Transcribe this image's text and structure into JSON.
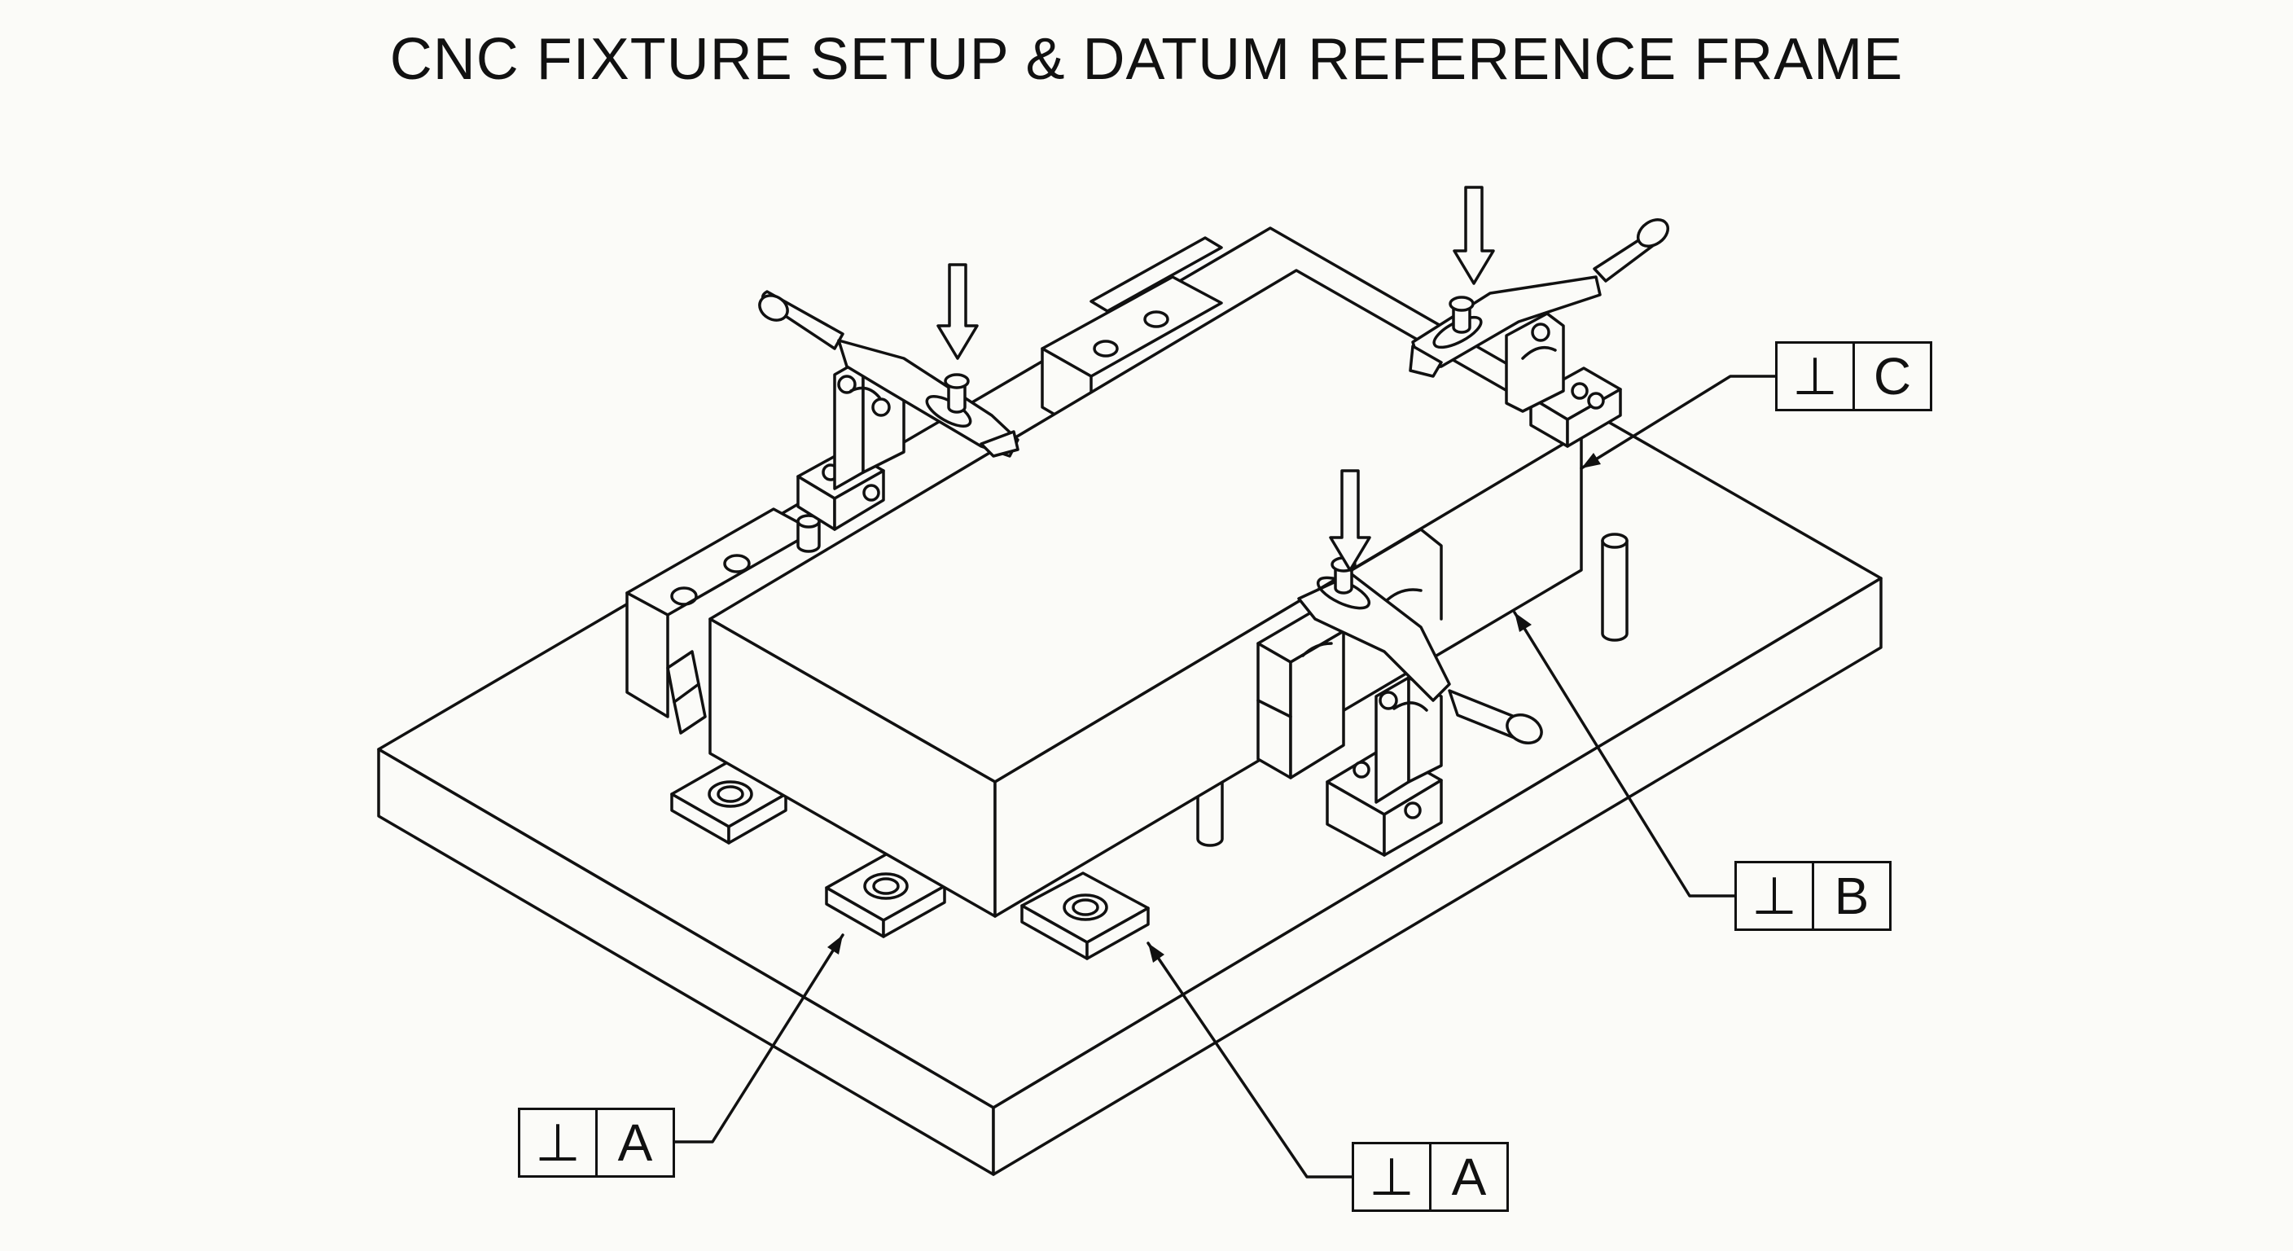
{
  "title": "CNC FIXTURE SETUP & DATUM REFERENCE FRAME",
  "feature_control_frames": [
    {
      "id": "datum-a-left",
      "symbol": "⊥",
      "datum": "A"
    },
    {
      "id": "datum-a-right",
      "symbol": "⊥",
      "datum": "A"
    },
    {
      "id": "datum-b",
      "symbol": "⊥",
      "datum": "B"
    },
    {
      "id": "datum-c",
      "symbol": "⊥",
      "datum": "C"
    }
  ],
  "colors": {
    "ink": "#111111",
    "paper": "#fbfbf8"
  }
}
